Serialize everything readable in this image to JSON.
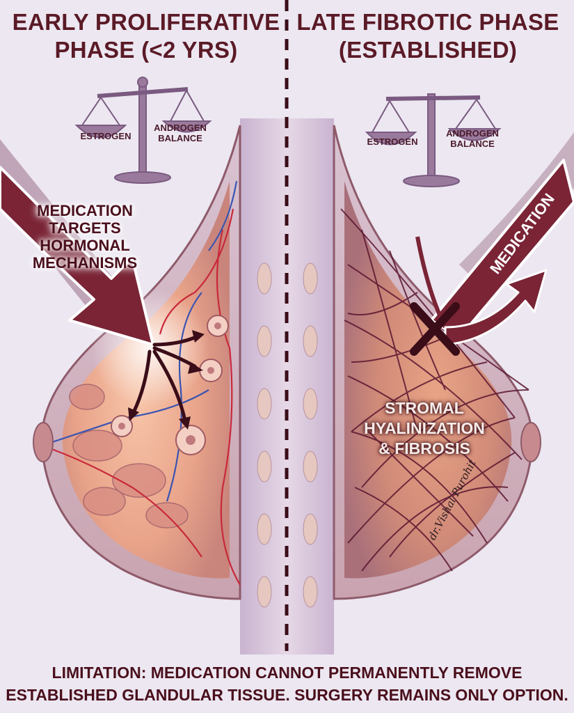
{
  "left_panel": {
    "title": "EARLY PROLIFERATIVE\nPHASE (<2 YRS)",
    "scale": {
      "left_pan": "ESTROGEN",
      "right_pan": "ANDROGEN\nBALANCE"
    },
    "arrow_label": "MEDICATION\nTARGETS\nHORMONAL\nMECHANISMS"
  },
  "right_panel": {
    "title": "LATE FIBROTIC PHASE\n(ESTABLISHED)",
    "scale": {
      "left_pan": "ESTROGEN",
      "right_pan": "ANDROGEN\nBALANCE"
    },
    "arrow_label": "MEDICATION",
    "tissue_label": "STROMAL\nHYALINIZATION\n& FIBROSIS"
  },
  "signature": "dr.Vishal Purohit",
  "footer": "LIMITATION: MEDICATION CANNOT PERMANENTLY REMOVE\nESTABLISHED GLANDULAR TISSUE. SURGERY REMAINS ONLY OPTION.",
  "colors": {
    "background": "#ece7f1",
    "heading": "#5a1a26",
    "arrow": "#7a2436",
    "tissue": "#e8a58c",
    "fibrosis": "#5a1530"
  }
}
